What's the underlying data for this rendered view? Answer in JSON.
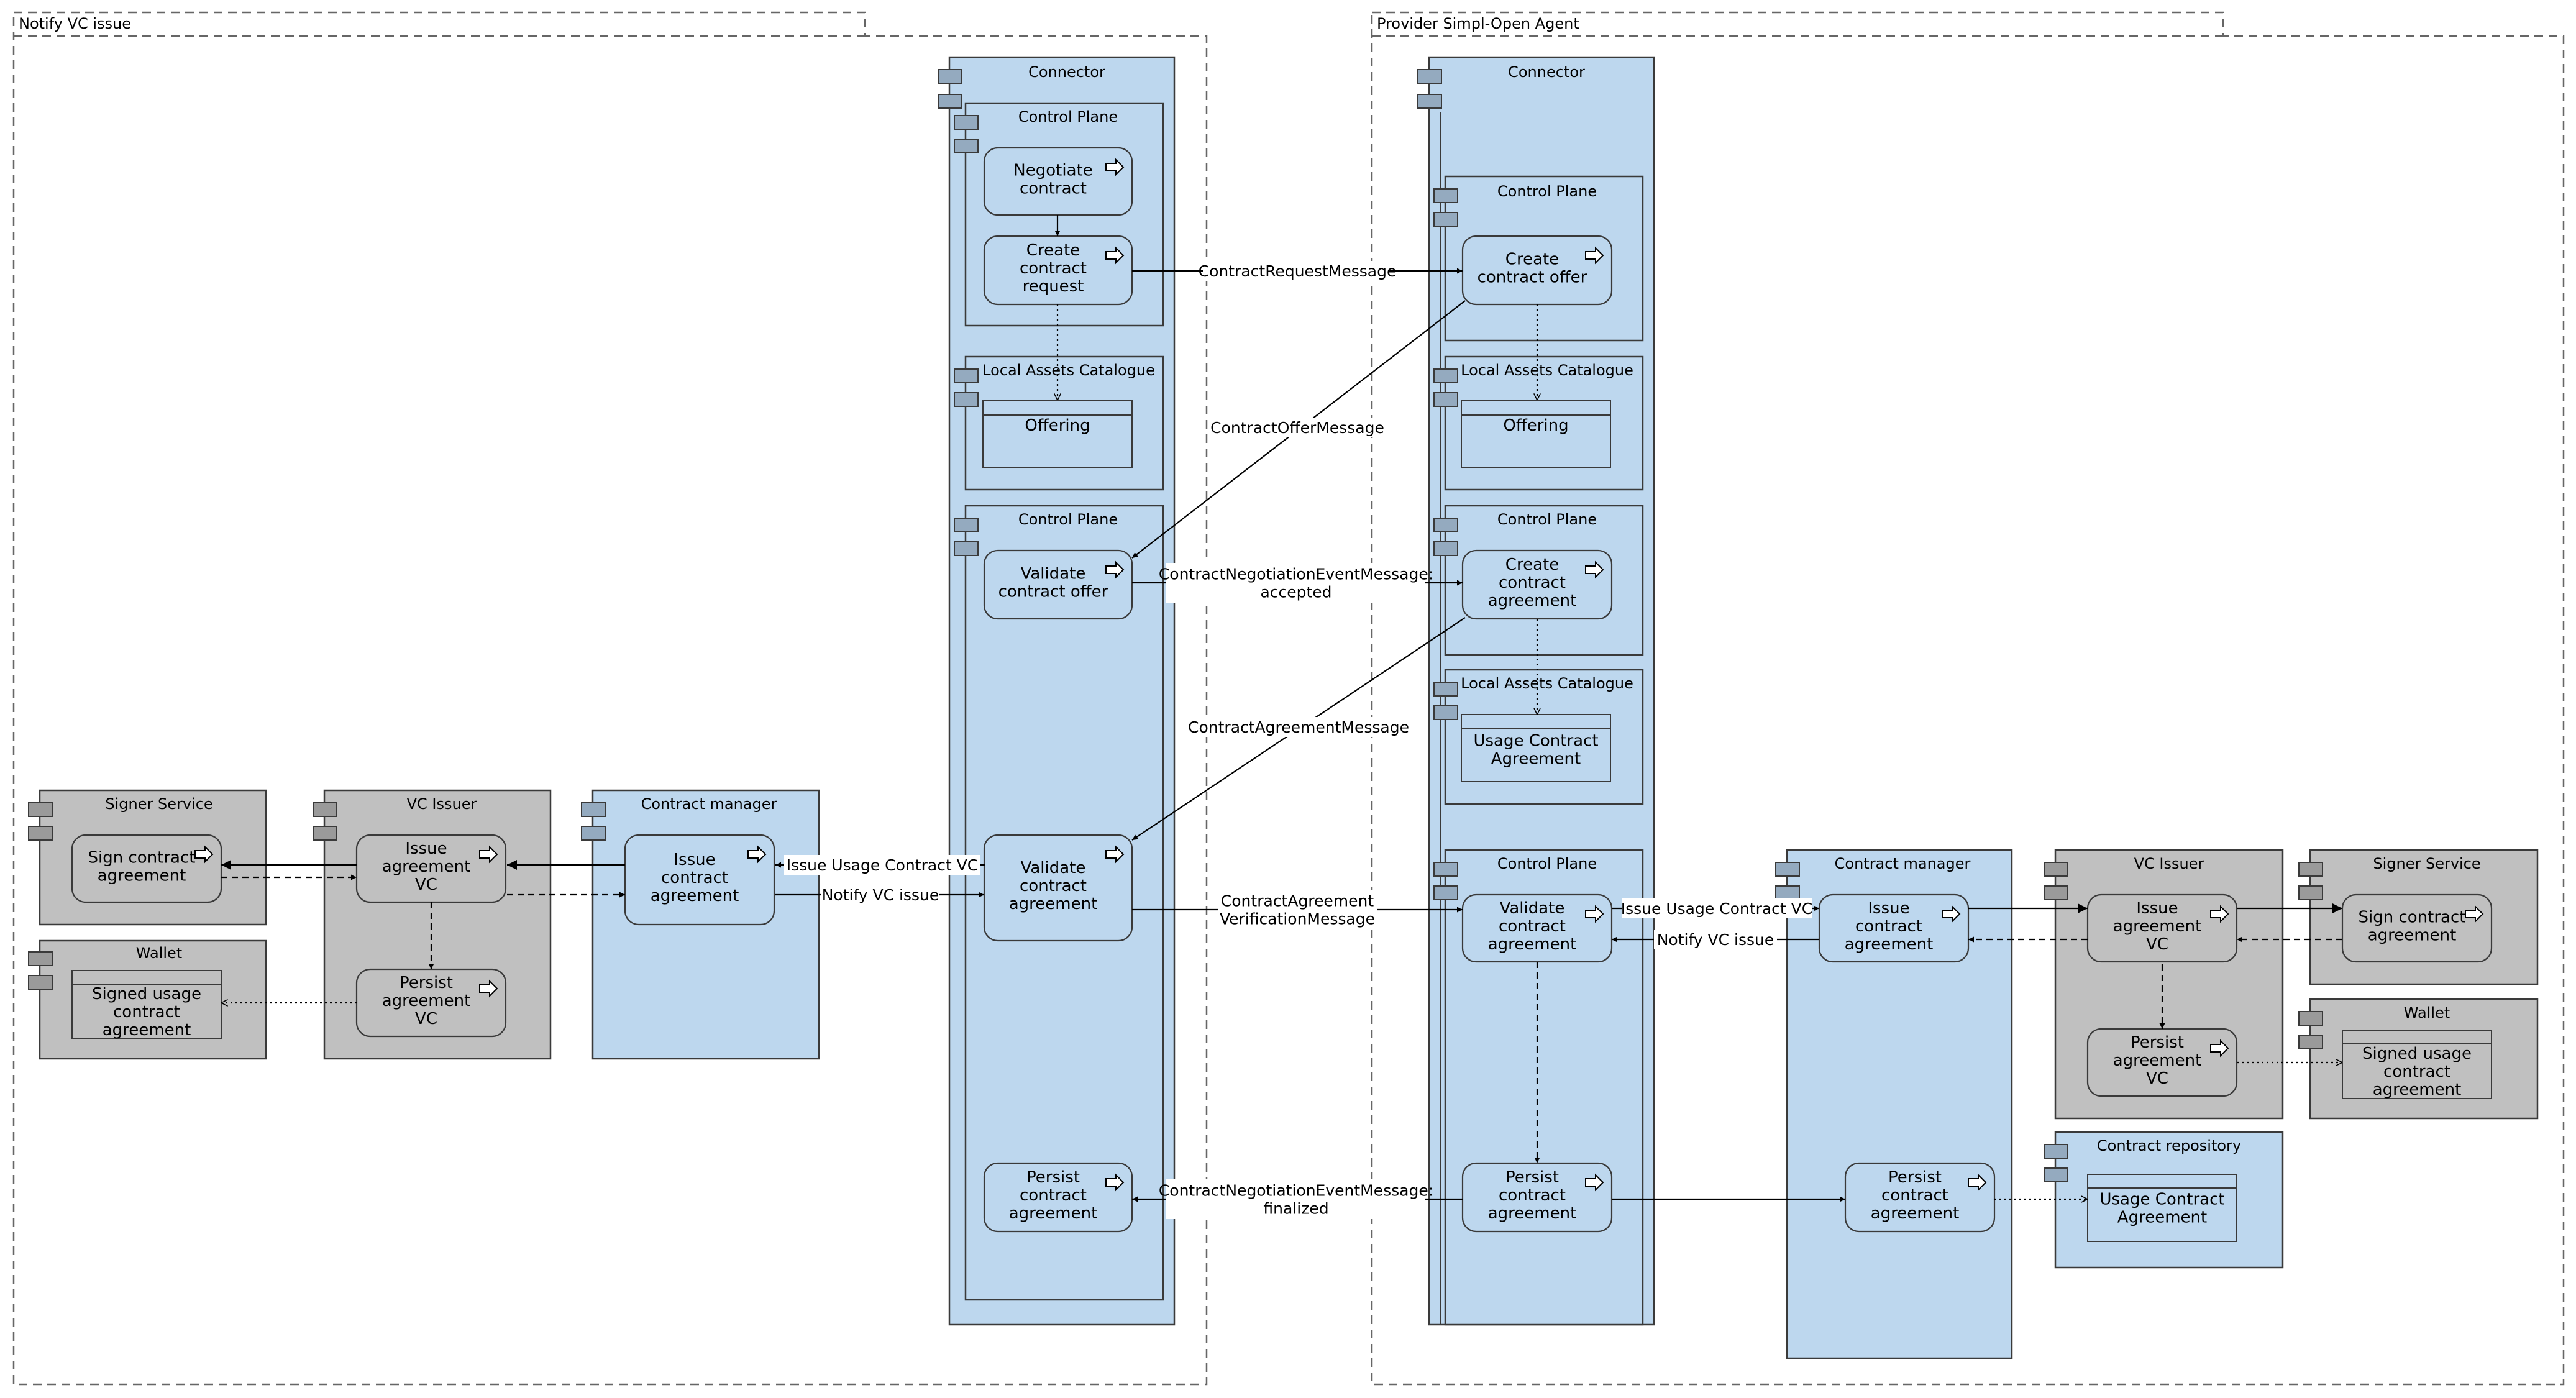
{
  "colors": {
    "blue_component": "#bdd7ee",
    "gray_component": "#c0c0c0",
    "icon_fill": "#94aabf",
    "icon_fill_gray": "#9a9a9a",
    "stroke": "#3a3a3a"
  },
  "packages": {
    "left": "Notify VC issue",
    "right": "Provider Simpl-Open Agent"
  },
  "left": {
    "connector": {
      "title": "Connector",
      "control_plane_1": "Control Plane",
      "negotiate": "Negotiate\ncontract",
      "create_request": "Create\ncontract\nrequest",
      "catalogue": "Local Assets Catalogue",
      "offering": "Offering",
      "control_plane_2": "Control Plane",
      "validate_offer": "Validate\ncontract offer",
      "validate_agreement": "Validate\ncontract\nagreement",
      "persist_agreement": "Persist\ncontract\nagreement"
    },
    "contract_manager": {
      "title": "Contract manager",
      "issue": "Issue\ncontract\nagreement"
    },
    "vc_issuer": {
      "title": "VC Issuer",
      "issue_vc": "Issue\nagreement\nVC",
      "persist_vc": "Persist\nagreement\nVC"
    },
    "signer": {
      "title": "Signer Service",
      "sign": "Sign contract\nagreement"
    },
    "wallet": {
      "title": "Wallet",
      "signed": "Signed usage\ncontract\nagreement"
    }
  },
  "right": {
    "connector": {
      "title": "Connector",
      "control_plane_1": "Control Plane",
      "create_offer": "Create\ncontract offer",
      "catalogue_1": "Local Assets Catalogue",
      "offering": "Offering",
      "control_plane_2": "Control Plane",
      "create_agreement": "Create\ncontract\nagreement",
      "catalogue_2": "Local Assets Catalogue",
      "usage_agreement": "Usage Contract\nAgreement",
      "control_plane_3": "Control Plane",
      "validate_agreement": "Validate\ncontract\nagreement",
      "persist_agreement": "Persist\ncontract\nagreement"
    },
    "contract_manager": {
      "title": "Contract manager",
      "issue": "Issue\ncontract\nagreement",
      "persist": "Persist\ncontract\nagreement"
    },
    "vc_issuer": {
      "title": "VC Issuer",
      "issue_vc": "Issue\nagreement\nVC",
      "persist_vc": "Persist\nagreement\nVC"
    },
    "signer": {
      "title": "Signer Service",
      "sign": "Sign contract\nagreement"
    },
    "wallet": {
      "title": "Wallet",
      "signed": "Signed usage\ncontract\nagreement"
    },
    "repository": {
      "title": "Contract repository",
      "usage_agreement": "Usage Contract\nAgreement"
    }
  },
  "messages": {
    "request": "ContractRequestMessage",
    "offer": "ContractOfferMessage",
    "accepted": "ContractNegotiationEventMessage:\naccepted",
    "agreement": "ContractAgreementMessage",
    "verification": "ContractAgreement\nVerificationMessage",
    "finalized": "ContractNegotiationEventMessage:\nfinalized",
    "issue_usage_vc_left": "Issue Usage Contract VC",
    "notify_vc_left": "Notify VC issue",
    "issue_usage_vc_right": "Issue Usage Contract VC",
    "notify_vc_right": "Notify VC issue"
  }
}
